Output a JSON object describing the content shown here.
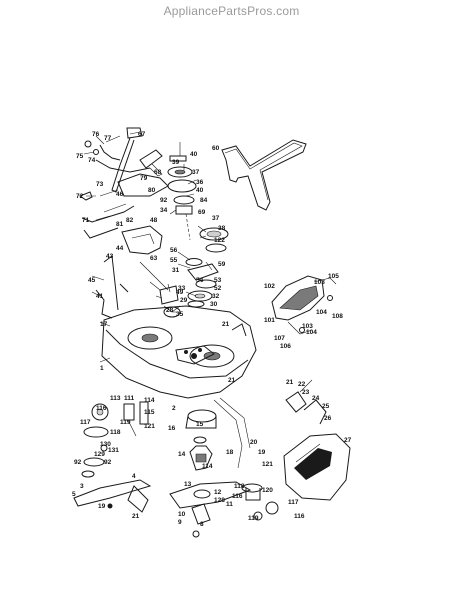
{
  "header": {
    "site_name": "AppliancePartsPros.com"
  },
  "callouts": [
    {
      "id": "c76",
      "text": "76"
    },
    {
      "id": "c77",
      "text": "77"
    },
    {
      "id": "c67",
      "text": "67"
    },
    {
      "id": "c75",
      "text": "75"
    },
    {
      "id": "c74",
      "text": "74"
    },
    {
      "id": "c73",
      "text": "73"
    },
    {
      "id": "c68",
      "text": "68"
    },
    {
      "id": "c79",
      "text": "79"
    },
    {
      "id": "c46",
      "text": "46"
    },
    {
      "id": "c72",
      "text": "72"
    },
    {
      "id": "c80",
      "text": "80"
    },
    {
      "id": "c92",
      "text": "92"
    },
    {
      "id": "c40a",
      "text": "40"
    },
    {
      "id": "c39",
      "text": "39"
    },
    {
      "id": "c37a",
      "text": "37"
    },
    {
      "id": "c36",
      "text": "36"
    },
    {
      "id": "c40b",
      "text": "40"
    },
    {
      "id": "c84",
      "text": "84"
    },
    {
      "id": "c34",
      "text": "34"
    },
    {
      "id": "c37b",
      "text": "37"
    },
    {
      "id": "c38",
      "text": "38"
    },
    {
      "id": "c122",
      "text": "122"
    },
    {
      "id": "c69",
      "text": "69"
    },
    {
      "id": "c71",
      "text": "71"
    },
    {
      "id": "c81",
      "text": "81"
    },
    {
      "id": "c82",
      "text": "82"
    },
    {
      "id": "c48",
      "text": "48"
    },
    {
      "id": "c44",
      "text": "44"
    },
    {
      "id": "c56",
      "text": "56"
    },
    {
      "id": "c55",
      "text": "55"
    },
    {
      "id": "c31",
      "text": "31"
    },
    {
      "id": "c59",
      "text": "59"
    },
    {
      "id": "c54",
      "text": "54"
    },
    {
      "id": "c53",
      "text": "53"
    },
    {
      "id": "c52",
      "text": "52"
    },
    {
      "id": "c33",
      "text": "33"
    },
    {
      "id": "c32",
      "text": "32"
    },
    {
      "id": "c30",
      "text": "30"
    },
    {
      "id": "c43",
      "text": "43"
    },
    {
      "id": "c45",
      "text": "45"
    },
    {
      "id": "c41",
      "text": "41"
    },
    {
      "id": "c63",
      "text": "63"
    },
    {
      "id": "c49",
      "text": "49"
    },
    {
      "id": "c29",
      "text": "29"
    },
    {
      "id": "c35",
      "text": "35"
    },
    {
      "id": "c28",
      "text": "28"
    },
    {
      "id": "c21a",
      "text": "21"
    },
    {
      "id": "c17",
      "text": "17"
    },
    {
      "id": "c1",
      "text": "1"
    },
    {
      "id": "c21b",
      "text": "21"
    },
    {
      "id": "c102",
      "text": "102"
    },
    {
      "id": "c103",
      "text": "103"
    },
    {
      "id": "c105",
      "text": "105"
    },
    {
      "id": "c101",
      "text": "101"
    },
    {
      "id": "c108",
      "text": "108"
    },
    {
      "id": "c104a",
      "text": "104"
    },
    {
      "id": "c107",
      "text": "107"
    },
    {
      "id": "c103b",
      "text": "103"
    },
    {
      "id": "c106",
      "text": "106"
    },
    {
      "id": "c104b",
      "text": "104"
    },
    {
      "id": "c21c",
      "text": "21"
    },
    {
      "id": "c22",
      "text": "22"
    },
    {
      "id": "c23",
      "text": "23"
    },
    {
      "id": "c24",
      "text": "24"
    },
    {
      "id": "c25",
      "text": "25"
    },
    {
      "id": "c26",
      "text": "26"
    },
    {
      "id": "c27",
      "text": "27"
    },
    {
      "id": "c116a",
      "text": "116"
    },
    {
      "id": "c113",
      "text": "113"
    },
    {
      "id": "c111",
      "text": "111"
    },
    {
      "id": "c114",
      "text": "114"
    },
    {
      "id": "c117a",
      "text": "117"
    },
    {
      "id": "c115",
      "text": "115"
    },
    {
      "id": "c118a",
      "text": "118"
    },
    {
      "id": "c119",
      "text": "119"
    },
    {
      "id": "c121a",
      "text": "121"
    },
    {
      "id": "c2",
      "text": "2"
    },
    {
      "id": "c16",
      "text": "16"
    },
    {
      "id": "c15",
      "text": "15"
    },
    {
      "id": "c20",
      "text": "20"
    },
    {
      "id": "c19a",
      "text": "19"
    },
    {
      "id": "c14",
      "text": "14"
    },
    {
      "id": "c18",
      "text": "18"
    },
    {
      "id": "c114b",
      "text": "114"
    },
    {
      "id": "c121b",
      "text": "121"
    },
    {
      "id": "c130",
      "text": "130"
    },
    {
      "id": "c131",
      "text": "131"
    },
    {
      "id": "c129",
      "text": "129"
    },
    {
      "id": "c92b",
      "text": "92"
    },
    {
      "id": "c92c",
      "text": "92"
    },
    {
      "id": "c5",
      "text": "5"
    },
    {
      "id": "c4",
      "text": "4"
    },
    {
      "id": "c3",
      "text": "3"
    },
    {
      "id": "c13",
      "text": "13"
    },
    {
      "id": "c12",
      "text": "12"
    },
    {
      "id": "c128",
      "text": "128"
    },
    {
      "id": "c118b",
      "text": "118"
    },
    {
      "id": "c116b",
      "text": "116"
    },
    {
      "id": "c120",
      "text": "120"
    },
    {
      "id": "c117b",
      "text": "117"
    },
    {
      "id": "c119b",
      "text": "119"
    },
    {
      "id": "c116c",
      "text": "116"
    },
    {
      "id": "c19b",
      "text": "19"
    },
    {
      "id": "c21d",
      "text": "21"
    },
    {
      "id": "c10",
      "text": "10"
    },
    {
      "id": "c9",
      "text": "9"
    },
    {
      "id": "c11",
      "text": "11"
    },
    {
      "id": "c8",
      "text": "8"
    },
    {
      "id": "c60",
      "text": "60"
    }
  ]
}
